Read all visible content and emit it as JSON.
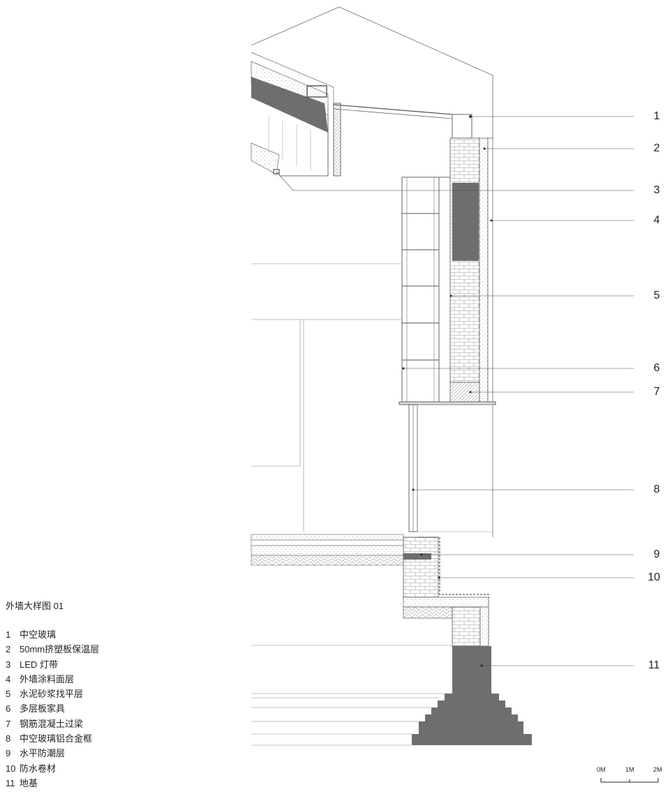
{
  "legend": {
    "title": "外墙大样图  01",
    "items": [
      {
        "num": "1",
        "label": "中空玻璃"
      },
      {
        "num": "2",
        "label": "50mm挤塑板保温层"
      },
      {
        "num": "3",
        "label": "LED 灯带"
      },
      {
        "num": "4",
        "label": "外墙涂料面层"
      },
      {
        "num": "5",
        "label": "水泥砂浆找平层"
      },
      {
        "num": "6",
        "label": "多层板家具"
      },
      {
        "num": "7",
        "label": "钢筋混凝土过梁"
      },
      {
        "num": "8",
        "label": "中空玻璃铝合金框"
      },
      {
        "num": "9",
        "label": "水平防潮层"
      },
      {
        "num": "10",
        "label": "防水卷材"
      },
      {
        "num": "11",
        "label": "地基"
      }
    ]
  },
  "callouts": [
    "1",
    "2",
    "3",
    "4",
    "5",
    "6",
    "7",
    "8",
    "9",
    "10",
    "11"
  ],
  "scale_bar": {
    "labels": [
      "0M",
      "1M",
      "2M"
    ]
  },
  "colors": {
    "line": "#555555",
    "solid_fill": "#6e6e6e",
    "text": "#222222"
  }
}
